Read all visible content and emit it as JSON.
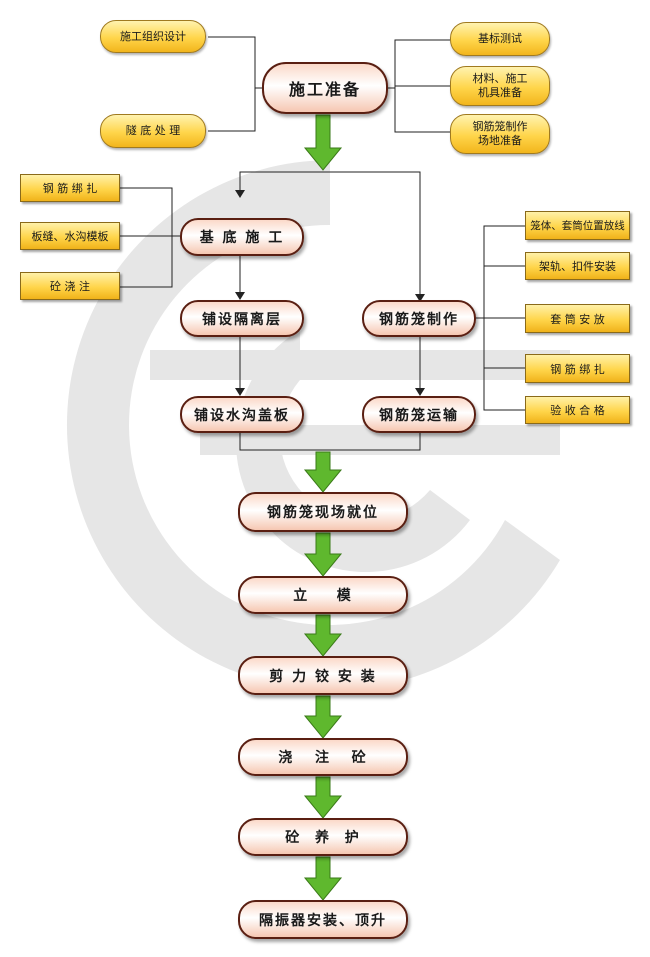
{
  "main_steps": {
    "prep": "施工准备",
    "base": "基 底 施 工",
    "isolation_layer": "铺设隔离层",
    "ditch_cover": "铺设水沟盖板",
    "cage_make": "钢筋笼制作",
    "cage_transport": "钢筋笼运输",
    "cage_position": "钢筋笼现场就位",
    "formwork": "立    模",
    "hinge": "剪 力 铰 安 装",
    "pour": "浇   注   砼",
    "cure": "砼  养  护",
    "isolator": "隔振器安装、顶升"
  },
  "prep_inputs_left": [
    "施工组织设计",
    "隧 底 处 理"
  ],
  "prep_inputs_right": [
    "基标测试",
    "材料、施工\n机具准备",
    "钢筋笼制作\n场地准备"
  ],
  "base_inputs": [
    "钢 筋 绑 扎",
    "板缝、水沟模板",
    "砼 浇 注"
  ],
  "cage_inputs": [
    "笼体、套筒位置放线",
    "架轨、扣件安装",
    "套 筒 安 放",
    "钢 筋 绑 扎",
    "验 收 合 格"
  ],
  "colors": {
    "arrow_green": "#5fb82e",
    "pill_border": "#5a1f12",
    "yellow_box": "#ffd54a",
    "line": "#222222",
    "watermark": "#e4e4e4"
  }
}
